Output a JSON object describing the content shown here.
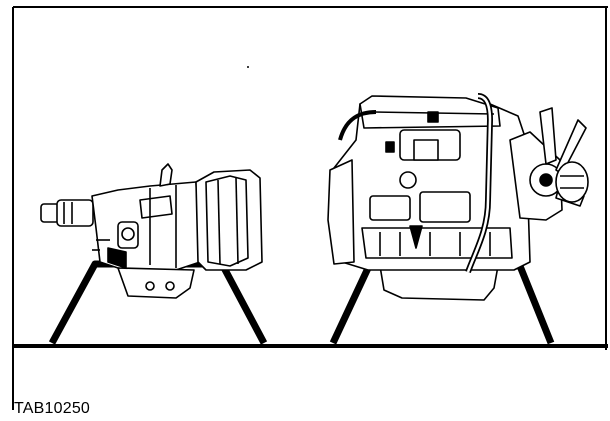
{
  "figure": {
    "caption": "TAB10250",
    "ink_color": "#000000",
    "background_color": "#ffffff",
    "objects": [
      "transmission",
      "engine"
    ]
  }
}
